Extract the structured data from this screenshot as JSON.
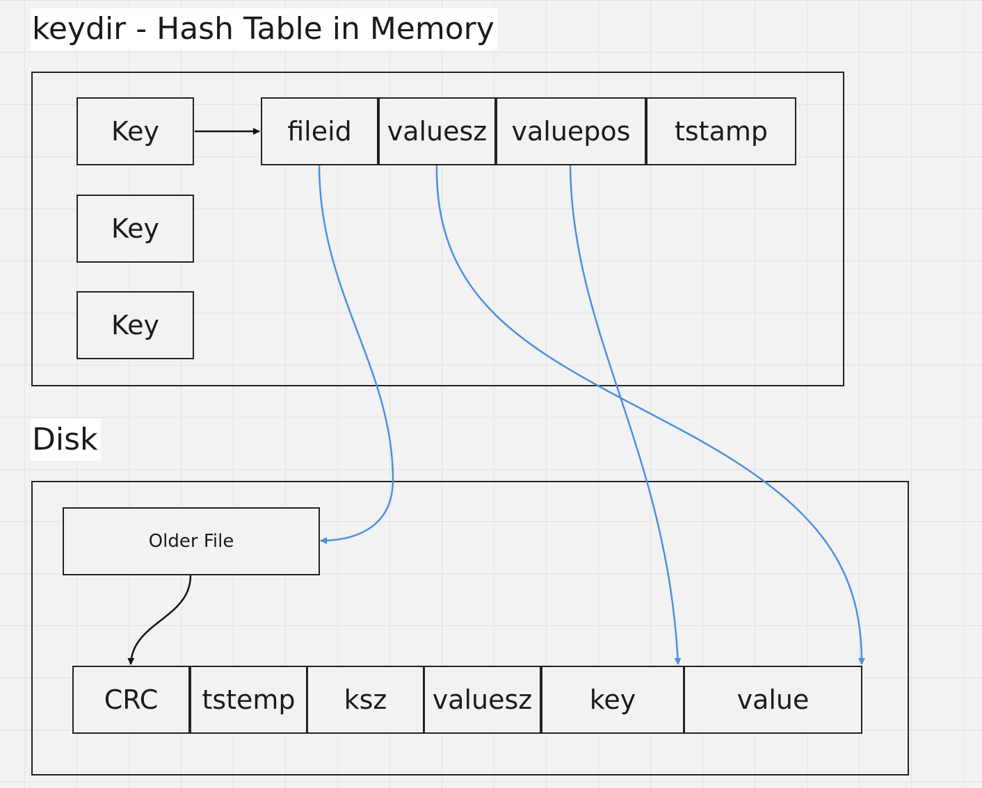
{
  "memory": {
    "title": "keydir - Hash Table in Memory",
    "keys": [
      "Key",
      "Key",
      "Key"
    ],
    "entry_fields": [
      "fileid",
      "valuesz",
      "valuepos",
      "tstamp"
    ]
  },
  "disk": {
    "title": "Disk",
    "file_label": "Older File",
    "record_fields": [
      "CRC",
      "tstemp",
      "ksz",
      "valuesz",
      "key",
      "value"
    ]
  },
  "colors": {
    "link_color": "#4a90e2",
    "arrow_color": "#111111",
    "border_color": "#222222"
  }
}
